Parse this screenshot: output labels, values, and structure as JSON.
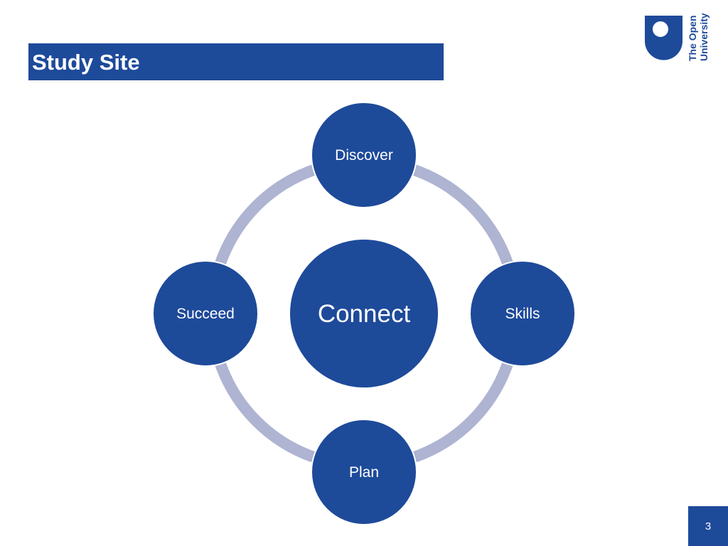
{
  "slide": {
    "title": "Study Site",
    "page_number": "3"
  },
  "logo": {
    "line1": "The Open",
    "line2": "University",
    "icon": "open-university-shield-icon"
  },
  "diagram": {
    "center": "Connect",
    "nodes": {
      "top": "Discover",
      "right": "Skills",
      "bottom": "Plan",
      "left": "Succeed"
    }
  },
  "colors": {
    "primary": "#1e4a9a",
    "ring": "#aeb4d1",
    "text_light": "#ffffff"
  }
}
